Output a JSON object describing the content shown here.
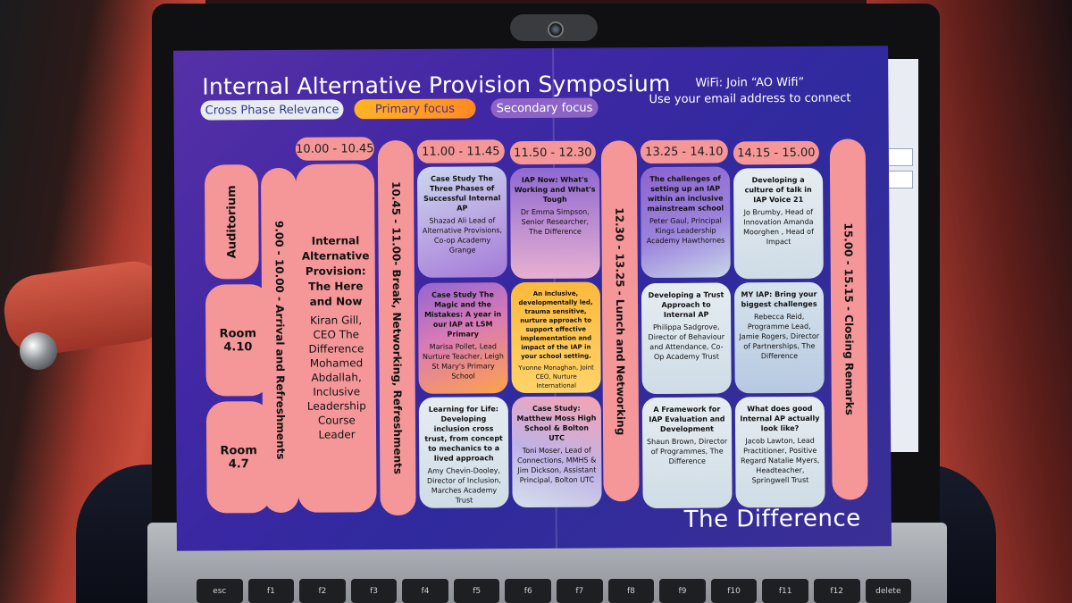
{
  "poster": {
    "title": "Internal Alternative Provision Symposium",
    "legend": {
      "cross": "Cross Phase Relevance",
      "primary": "Primary focus",
      "secondary": "Secondary focus"
    },
    "wifi": {
      "line1": "WiFi: Join “AO Wifi”",
      "line2": "Use your email address to connect"
    },
    "rooms": {
      "auditorium": "Auditorium",
      "room1": "Room 4.10",
      "room2": "Room 4.7"
    },
    "arrival": "9.00 - 10.00 - Arrival and Refreshments",
    "break": "10.45 - 11.00- Break, Networking, Refreshments",
    "lunch": "12.30 - 13.25 - Lunch and Networking",
    "closing": "15.00 - 15.15 - Closing Remarks",
    "times": {
      "t1": "10.00 - 10.45",
      "t2": "11.00 - 11.45",
      "t3": "11.50 - 12.30",
      "t4": "13.25 - 14.10",
      "t5": "14.15 - 15.00"
    },
    "keynote": {
      "title": "Internal Alternative Provision: The Here and Now",
      "speakers": "Kiran Gill, CEO The Difference Mohamed Abdallah, Inclusive Leadership Course Leader"
    },
    "sessions": {
      "s1": {
        "title": "Case Study The Three Phases of Successful Internal AP",
        "speaker": "Shazad Ali Lead of Alternative Provisions, Co-op Academy Grange"
      },
      "s2": {
        "title": "IAP Now: What's Working and What's Tough",
        "speaker": "Dr Emma Simpson, Senior Researcher, The Difference"
      },
      "s3": {
        "title": "The challenges of setting up an IAP within an inclusive mainstream school",
        "speaker": "Peter Gaul, Principal Kings Leadership Academy Hawthornes"
      },
      "s4": {
        "title": "Developing a culture of talk in IAP Voice 21",
        "speaker": "Jo Brumby, Head of Innovation Amanda Moorghen , Head of Impact"
      },
      "s5": {
        "title": "Case Study The Magic and the Mistakes: A year in our IAP at LSM Primary",
        "speaker": "Marisa Pollet, Lead Nurture Teacher, Leigh St Mary's Primary School"
      },
      "s6": {
        "title": "An Inclusive, developmentally led, trauma sensitive, nurture approach to support effective implementation and impact of the IAP in your school setting.",
        "speaker": "Yvonne Monaghan, Joint CEO, Nurture International"
      },
      "s7": {
        "title": "Developing a Trust Approach to Internal AP",
        "speaker": "Philippa Sadgrove, Director of Behaviour and Attendance, Co-Op Academy Trust"
      },
      "s8": {
        "title": "MY IAP: Bring your biggest challenges",
        "speaker": "Rebecca Reid, Programme Lead, Jamie Rogers, Director of Partnerships, The Difference"
      },
      "s9": {
        "title": "Learning for Life: Developing inclusion cross trust, from concept to mechanics to a lived approach",
        "speaker": "Amy Chevin-Dooley, Director of Inclusion, Marches Academy Trust"
      },
      "s10": {
        "title": "Case Study: Matthew Moss High School & Bolton UTC",
        "speaker": "Toni Moser, Lead of Connections, MMHS & Jim Dickson, Assistant Principal, Bolton UTC"
      },
      "s11": {
        "title": "A Framework for IAP Evaluation and Development",
        "speaker": "Shaun Brown, Director of Programmes, The Difference"
      },
      "s12": {
        "title": "What does good Internal AP actually look like?",
        "speaker": "Jacob Lawton, Lead Practitioner, Positive Regard Natalie Myers, Headteacher, Springwell Trust"
      }
    },
    "brand": "The Difference"
  },
  "keyboard": [
    "esc",
    "f1",
    "f2",
    "f3",
    "f4",
    "f5",
    "f6",
    "f7",
    "f8",
    "f9",
    "f10",
    "f11",
    "f12",
    "delete"
  ]
}
